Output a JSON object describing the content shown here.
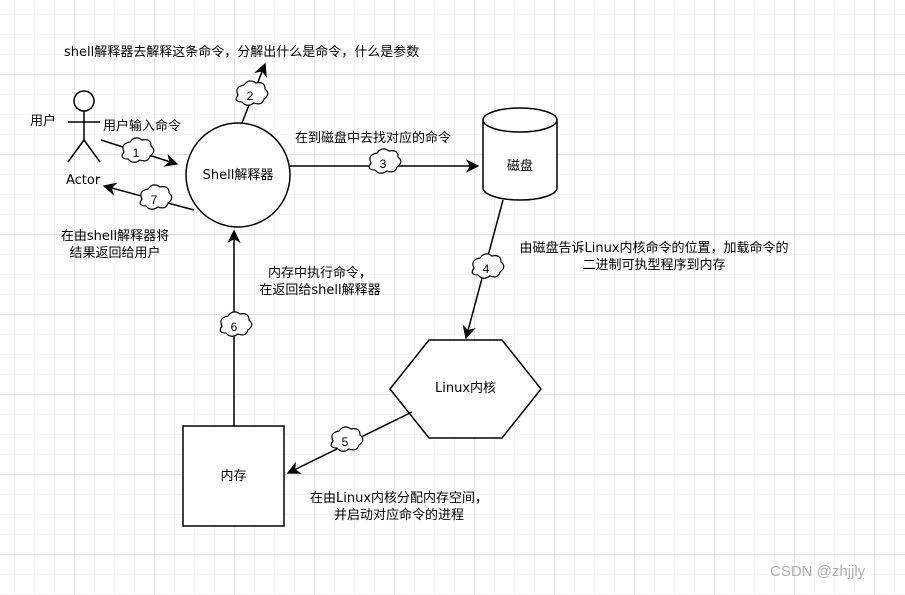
{
  "nodes": {
    "user_label": "用户",
    "actor_label": "Actor",
    "shell": "Shell解释器",
    "disk": "磁盘",
    "kernel": "Linux内核",
    "memory": "内存"
  },
  "edges": {
    "e1": {
      "step": "1",
      "label": "用户输入命令"
    },
    "e2": {
      "step": "2",
      "label": "shell解释器去解释这条命令，分解出什么是命令，什么是参数"
    },
    "e3": {
      "step": "3",
      "label": "在到磁盘中去找对应的命令"
    },
    "e4": {
      "step": "4",
      "label_line1": "由磁盘告诉Linux内核命令的位置，加载命令的",
      "label_line2": "二进制可执型程序到内存"
    },
    "e5": {
      "step": "5",
      "label_line1": "在由Linux内核分配内存空间，",
      "label_line2": "并启动对应命令的进程"
    },
    "e6": {
      "step": "6",
      "label_line1": "内存中执行命令，",
      "label_line2": "在返回给shell解释器"
    },
    "e7": {
      "step": "7",
      "label_line1": "在由shell解释器将",
      "label_line2": "结果返回给用户"
    }
  },
  "watermark": "CSDN @zhjjly"
}
